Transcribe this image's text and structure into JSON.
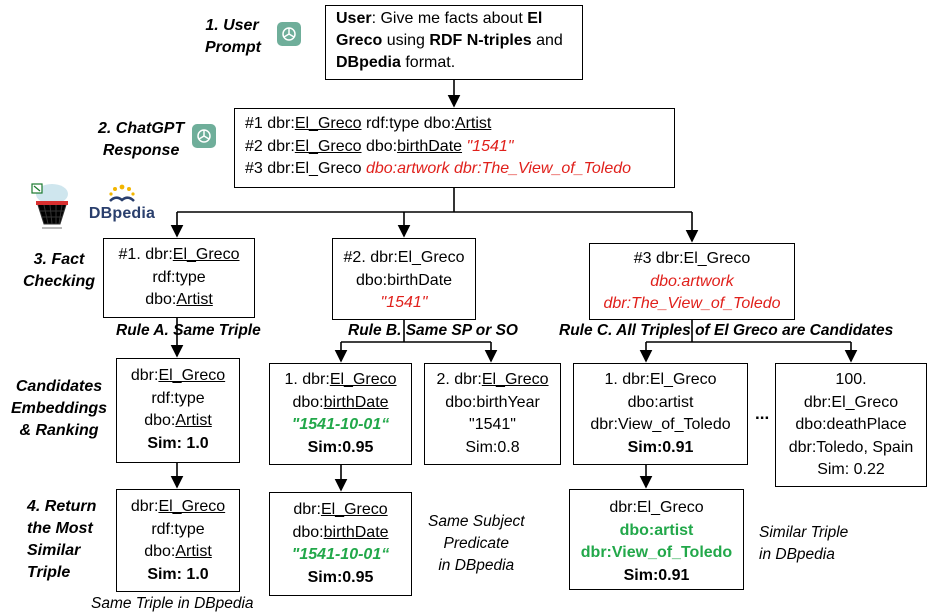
{
  "steps": {
    "s1": [
      "1. User",
      "Prompt"
    ],
    "s2": [
      "2. ChatGPT",
      "Response"
    ],
    "s3": [
      "3. Fact",
      "Checking"
    ],
    "s_cand": [
      "Candidates",
      "Embeddings",
      "& Ranking"
    ],
    "s4": [
      "4. Return",
      "the Most",
      "Similar",
      "Triple"
    ]
  },
  "prompt": {
    "user_label": "User",
    "p1": ": Give me facts about ",
    "el_greco": "El Greco",
    "p2": " using ",
    "rdf": "RDF N-triples",
    "p3": " and ",
    "dbpedia": "DBpedia",
    "p4": " format."
  },
  "response": {
    "l1": {
      "pre": "#1 dbr:",
      "subj": "El_Greco",
      "mid": " rdf:type dbo:",
      "obj": "Artist"
    },
    "l2": {
      "pre": "#2 dbr:",
      "subj": "El_Greco",
      "mid": " dbo:",
      "pred": "birthDate",
      "obj": "\"1541\""
    },
    "l3": {
      "pre": "#3 dbr:El_Greco ",
      "red": "dbo:artwork dbr:The_View_of_Toledo"
    }
  },
  "fact1": {
    "pre": "#1. dbr:",
    "subj": "El_Greco",
    "l2": "rdf:type",
    "l3pre": "dbo:",
    "obj": "Artist"
  },
  "fact2": {
    "l1": "#2. dbr:El_Greco",
    "l2": "dbo:birthDate",
    "l3": "\"1541\""
  },
  "fact3": {
    "l1": "#3 dbr:El_Greco",
    "l2": "dbo:artwork",
    "l3": "dbr:The_View_of_Toledo"
  },
  "rules": {
    "a": "Rule A.  Same Triple",
    "b": "Rule B.  Same SP or SO",
    "c_pre": "Rule C. All Triples",
    "c_post": " of El Greco are Candidates"
  },
  "candA": {
    "l1pre": "dbr:",
    "subj": "El_Greco",
    "l2": "rdf:type",
    "l3pre": "dbo:",
    "obj": "Artist",
    "sim": "Sim: 1.0"
  },
  "candB1": {
    "l1pre": "1. dbr:",
    "subj": "El_Greco",
    "l2pre": "dbo:",
    "pred": "birthDate",
    "l3": "\"1541-10-01“",
    "sim": "Sim:0.95"
  },
  "candB2": {
    "l1pre": "2. dbr:",
    "subj": "El_Greco",
    "l2": "dbo:birthYear",
    "l3": "\"1541\"",
    "sim": "Sim:0.8"
  },
  "candC1": {
    "l1": "1. dbr:El_Greco",
    "l2": "dbo:artist",
    "l3": "dbr:View_of_Toledo",
    "sim": "Sim:0.91"
  },
  "ellipsis": "...",
  "candC100": {
    "l1": "100.",
    "l2": "dbr:El_Greco",
    "l3": "dbo:deathPlace",
    "l4": "dbr:Toledo, Spain",
    "sim": "Sim: 0.22"
  },
  "retA": {
    "l1pre": "dbr:",
    "subj": "El_Greco",
    "l2": "rdf:type",
    "l3pre": "dbo:",
    "obj": "Artist",
    "sim": "Sim: 1.0"
  },
  "retB": {
    "l1pre": "dbr:",
    "subj": "El_Greco",
    "l2pre": "dbo:",
    "pred": "birthDate",
    "l3": "\"1541-10-01“",
    "sim": "Sim:0.95"
  },
  "retC": {
    "l1": "dbr:El_Greco",
    "l2": "dbo:artist",
    "l3": "dbr:View_of_Toledo",
    "sim": "Sim:0.91"
  },
  "notes": {
    "a": "Same Triple in DBpedia",
    "b": [
      "Same Subject",
      "Predicate",
      "in DBpedia"
    ],
    "c": [
      "Similar Triple",
      "in DBpedia"
    ]
  },
  "logos": {
    "dbpedia_text": "DBpedia",
    "icon1": "pokemon-basket-logo",
    "icon2": "chatgpt-icon"
  }
}
